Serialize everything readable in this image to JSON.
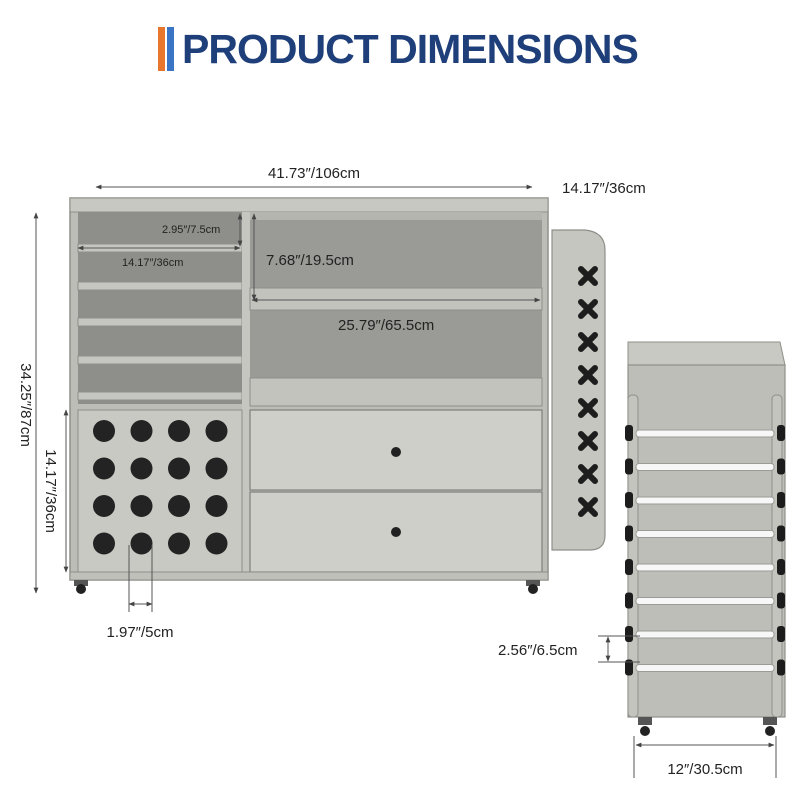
{
  "header": {
    "title": "PRODUCT DIMENSIONS",
    "accent_colors": [
      "#e8762d",
      "#3a74c4"
    ],
    "title_color": "#1f3f7a"
  },
  "front_view": {
    "dims": {
      "width": "41.73″/106cm",
      "depth": "14.17″/36cm",
      "height": "34.25″/87cm",
      "lower_height": "14.17″/36cm",
      "shelf_gap": "2.95″/7.5cm",
      "shelf_width": "14.17″/36cm",
      "upper_opening": "7.68″/19.5cm",
      "middle_width": "25.79″/65.5cm",
      "hole_diameter": "1.97″/5cm"
    },
    "cabinet_color": "#b9b9b4",
    "hole_count": 16,
    "x_peg_count": 8,
    "drawer_count": 2
  },
  "side_view": {
    "dims": {
      "rod_gap": "2.56″/6.5cm",
      "depth": "12″/30.5cm"
    },
    "rod_count": 8
  }
}
